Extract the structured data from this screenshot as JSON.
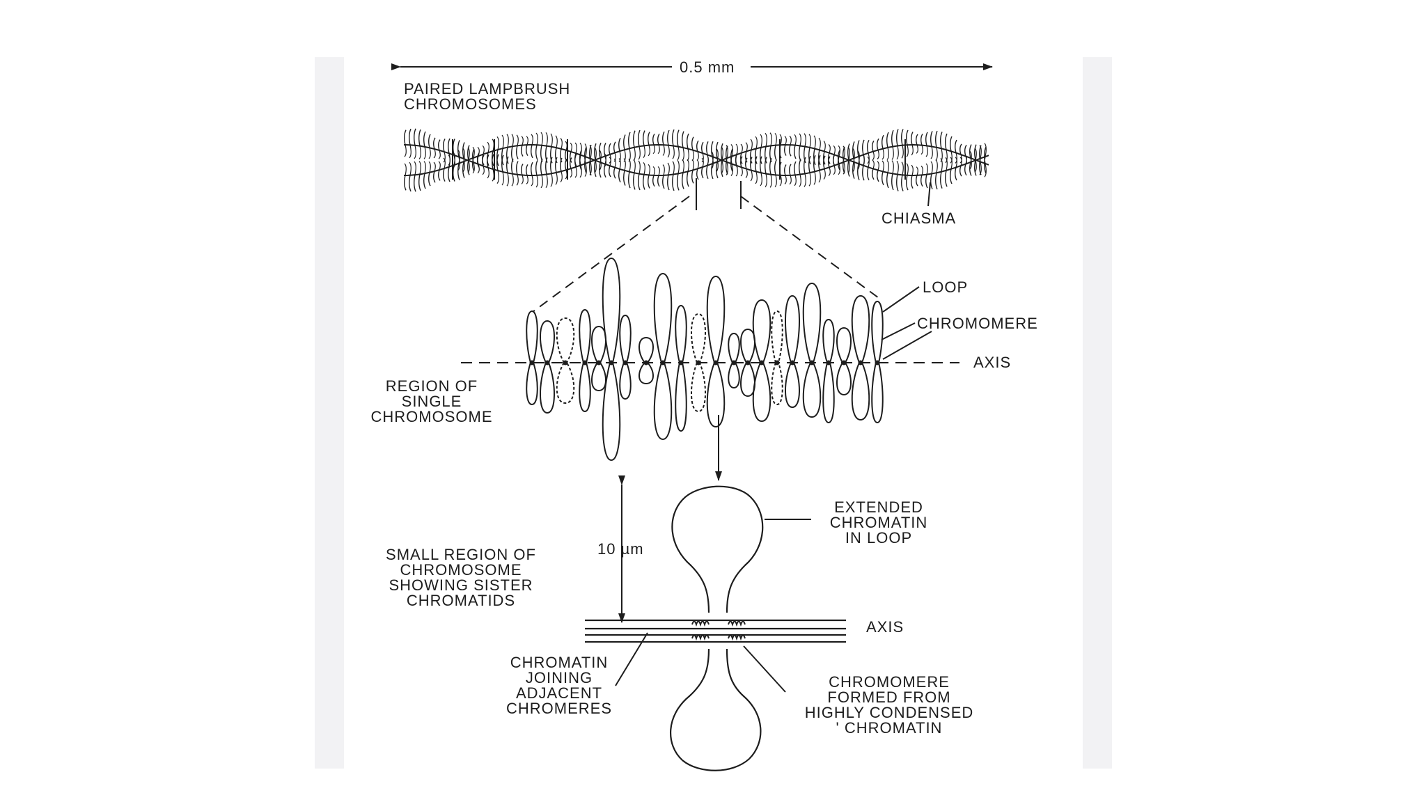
{
  "figure": {
    "scale_bar_label": "0.5 mm",
    "paired_lampbrush_label": "PAIRED LAMPBRUSH\nCHROMOSOMES",
    "chiasma_label": "CHIASMA",
    "loop_label": "LOOP",
    "chromomere_label": "CHROMOMERE",
    "axis_label_upper": "AXIS",
    "region_single_label": "REGION OF\nSINGLE\nCHROMOSOME",
    "extended_chromatin_label": "EXTENDED\nCHROMATIN\nIN LOOP",
    "ten_um_label": "10 µm",
    "small_region_label": "SMALL REGION OF\nCHROMOSOME\nSHOWING SISTER\nCHROMATIDS",
    "axis_label_lower": "AXIS",
    "chromatin_joining_label": "CHROMATIN\nJOINING\nADJACENT\nCHROMERES",
    "chromomere_formed_label": "CHROMOMERE\nFORMED FROM\nHIGHLY CONDENSED\n' CHROMATIN"
  },
  "colors": {
    "ink": "#1d1d1d",
    "background": "#ffffff",
    "side_band": "#f2f2f4"
  }
}
